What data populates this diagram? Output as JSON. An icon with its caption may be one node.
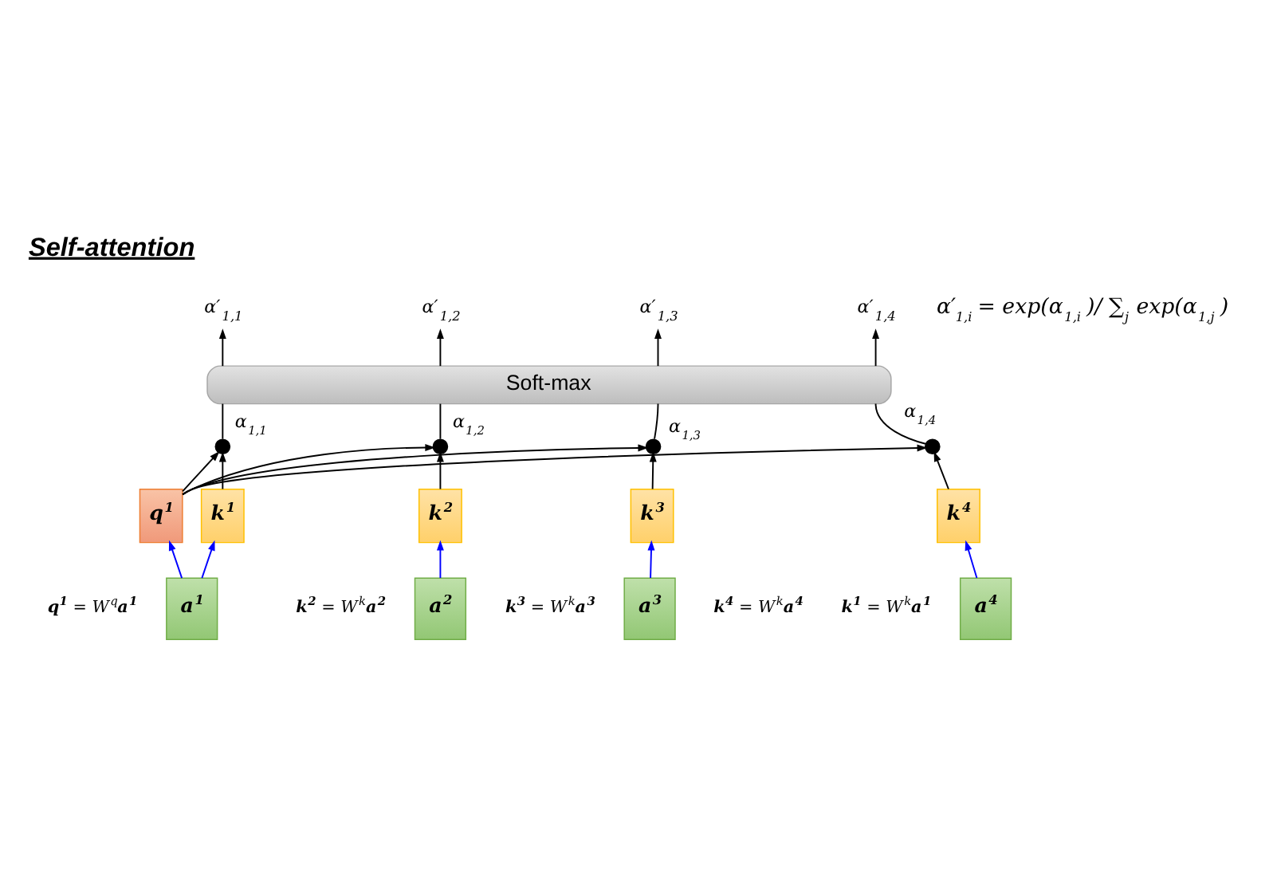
{
  "diagram": {
    "title": "Self-attention",
    "nodes": [
      {
        "text": [
          "α′$_{1,1}$"
        ]
      },
      {
        "text": [
          "α′$_{1,2}$"
        ]
      },
      {
        "text": [
          "α′$_{1,3}$"
        ]
      },
      {
        "text": [
          "α′$_{1,4}$"
        ]
      },
      {
        "text": [
          "Soft-max"
        ]
      },
      {
        "text": [],
        "shape": "circle",
        "beside": [
          "α$_{1,1}$"
        ]
      },
      {
        "text": [],
        "shape": "circle",
        "beside": [
          "α$_{1,2}$"
        ]
      },
      {
        "text": [],
        "shape": "circle",
        "beside": [
          "α$_{1,3}$"
        ]
      },
      {
        "text": [],
        "shape": "circle",
        "beside": [
          "α$_{1,4}$"
        ]
      },
      {
        "text": [
          "q$^{1}$"
        ]
      },
      {
        "text": [
          "k$^{1}$"
        ]
      },
      {
        "text": [
          "k$^{2}$"
        ]
      },
      {
        "text": [
          "k$^{3}$"
        ]
      },
      {
        "text": [
          "k$^{4}$"
        ]
      },
      {
        "text": [
          "a$^{1}$"
        ]
      },
      {
        "text": [
          "a$^{2}$"
        ]
      },
      {
        "text": [
          "a$^{3}$"
        ]
      },
      {
        "text": [
          "a$^{4}$"
        ]
      }
    ],
    "edges": [
      {
        "from": 4,
        "to": 0,
        "arrow": "to"
      },
      {
        "from": 4,
        "to": 1,
        "arrow": "to"
      },
      {
        "from": 4,
        "to": 2,
        "arrow": "to"
      },
      {
        "from": 4,
        "to": 3,
        "arrow": "to"
      },
      {
        "from": 5,
        "to": 4,
        "arrow": "none"
      },
      {
        "from": 6,
        "to": 4,
        "arrow": "none"
      },
      {
        "from": 7,
        "to": 4,
        "arrow": "none"
      },
      {
        "from": 8,
        "to": 4,
        "arrow": "none"
      },
      {
        "from": 9,
        "to": 5,
        "arrow": "to"
      },
      {
        "from": 10,
        "to": 5,
        "arrow": "to"
      },
      {
        "from": 9,
        "to": 6,
        "arrow": "to"
      },
      {
        "from": 9,
        "to": 7,
        "arrow": "to"
      },
      {
        "from": 9,
        "to": 8,
        "arrow": "to"
      },
      {
        "from": 11,
        "to": 6,
        "arrow": "to"
      },
      {
        "from": 12,
        "to": 7,
        "arrow": "to"
      },
      {
        "from": 13,
        "to": 8,
        "arrow": "to"
      },
      {
        "from": 14,
        "to": 9,
        "arrow": "to",
        "color": "#0000ff"
      },
      {
        "from": 14,
        "to": 10,
        "arrow": "to",
        "color": "#0000ff"
      },
      {
        "from": 15,
        "to": 11,
        "arrow": "to",
        "color": "#0000ff"
      },
      {
        "from": 16,
        "to": 12,
        "arrow": "to",
        "color": "#0000ff"
      },
      {
        "from": 17,
        "to": 13,
        "arrow": "to",
        "color": "#0000ff"
      }
    ],
    "labels": [
      "α′$_{1,i}$ = exp(α$_{1,i}$ )/ ∑$_{j}$ exp(α$_{1,j}$ )",
      "**q$^{1}$** = W$^{q}$**a$^{1}$**",
      "**k$^{2}$** = W$^{k}$**a$^{2}$**",
      "**k$^{3}$** = W$^{k}$**a$^{3}$**",
      "**k$^{4}$** = W$^{k}$**a$^{4}$**",
      "**k$^{1}$** = W$^{k}$**a$^{1}$**"
    ]
  }
}
